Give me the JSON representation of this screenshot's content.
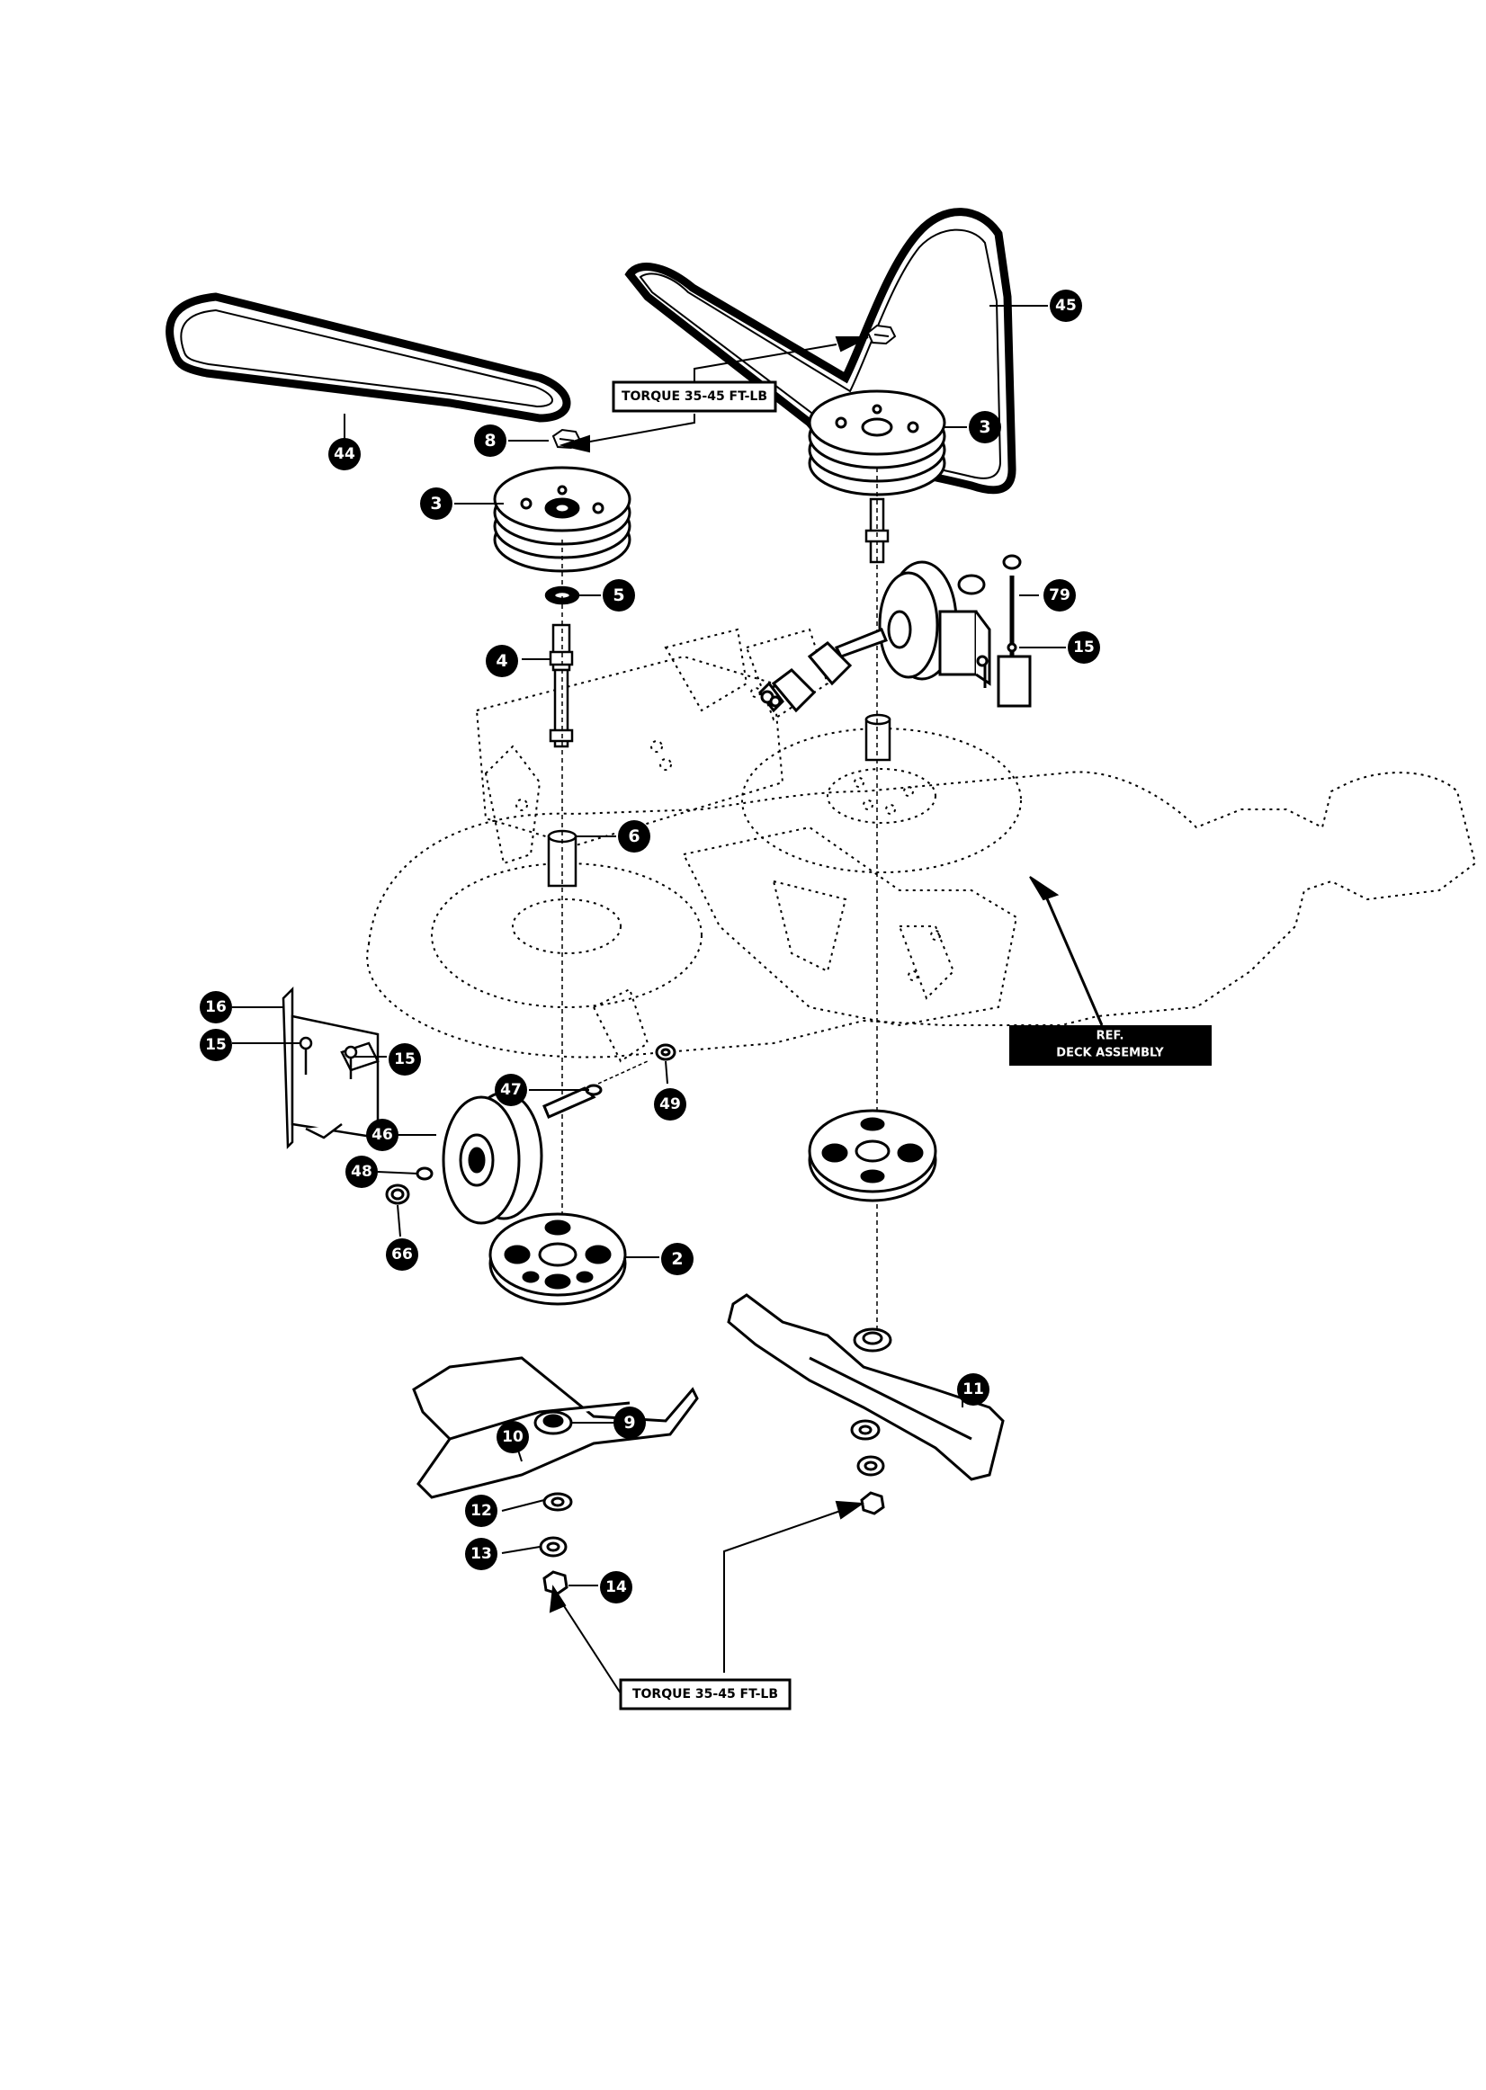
{
  "labels": {
    "torque_top": "TORQUE 35-45 FT-LB",
    "torque_bottom": "TORQUE 35-45 FT-LB",
    "ref_line1": "REF.",
    "ref_line2": "DECK ASSEMBLY"
  },
  "parts": [
    {
      "key": "p44",
      "num": "44"
    },
    {
      "key": "p45",
      "num": "45"
    },
    {
      "key": "p8",
      "num": "8"
    },
    {
      "key": "p3a",
      "num": "3"
    },
    {
      "key": "p3b",
      "num": "3"
    },
    {
      "key": "p5",
      "num": "5"
    },
    {
      "key": "p4",
      "num": "4"
    },
    {
      "key": "p79",
      "num": "79"
    },
    {
      "key": "p15a",
      "num": "15"
    },
    {
      "key": "p6",
      "num": "6"
    },
    {
      "key": "p16",
      "num": "16"
    },
    {
      "key": "p15b",
      "num": "15"
    },
    {
      "key": "p15c",
      "num": "15"
    },
    {
      "key": "p47",
      "num": "47"
    },
    {
      "key": "p49",
      "num": "49"
    },
    {
      "key": "p46",
      "num": "46"
    },
    {
      "key": "p48",
      "num": "48"
    },
    {
      "key": "p66",
      "num": "66"
    },
    {
      "key": "p2",
      "num": "2"
    },
    {
      "key": "p9",
      "num": "9"
    },
    {
      "key": "p10",
      "num": "10"
    },
    {
      "key": "p11",
      "num": "11"
    },
    {
      "key": "p12",
      "num": "12"
    },
    {
      "key": "p13",
      "num": "13"
    },
    {
      "key": "p14",
      "num": "14"
    }
  ],
  "colors": {
    "ink": "#000000",
    "paper": "#ffffff"
  }
}
